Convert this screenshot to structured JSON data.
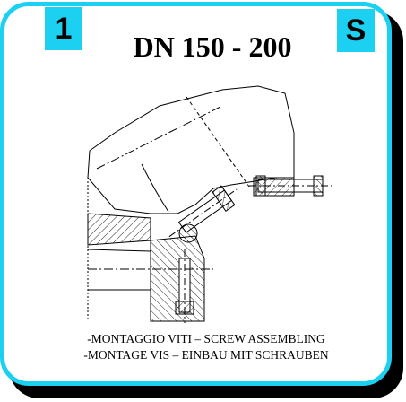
{
  "badges": {
    "left": "1",
    "right": "S"
  },
  "title": "DN 150 - 200",
  "captions": {
    "line1": "-MONTAGGIO VITI   – SCREW ASSEMBLING",
    "line2": "-MONTAGE VIS – EINBAU MIT SCHRAUBEN"
  },
  "colors": {
    "frame_border": "#1bd0f0",
    "shadow": "#000000",
    "badge_bg": "#1bd0f0"
  }
}
